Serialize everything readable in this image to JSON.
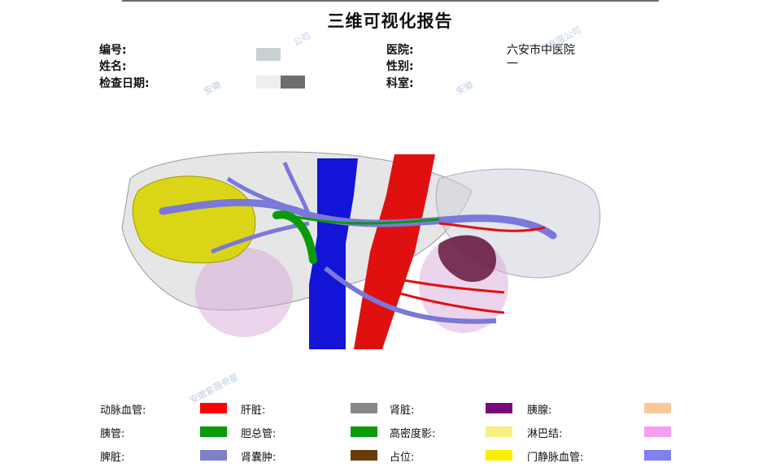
{
  "report": {
    "title": "三维可视化报告"
  },
  "fields": {
    "id_label": "编号:",
    "name_label": "姓名:",
    "date_label": "检查日期:",
    "hospital_label": "医院:",
    "hospital_value": "六安市中医院",
    "gender_label": "性别:",
    "gender_value": "一",
    "dept_label": "科室:"
  },
  "watermark": {
    "text1": "公司",
    "text2": "安徽",
    "text3": "有限公司",
    "text4": "安徽",
    "text5": "安徽紫薇帝星"
  },
  "legend": [
    {
      "label": "动脉血管:",
      "color": "#ff0000"
    },
    {
      "label": "肝脏:",
      "color": "#888888"
    },
    {
      "label": "肾脏:",
      "color": "#7a0a7a"
    },
    {
      "label": "胰腺:",
      "color": "#f8c89a"
    },
    {
      "label": "胰管:",
      "color": "#0a9a0a"
    },
    {
      "label": "胆总管:",
      "color": "#0a9a0a"
    },
    {
      "label": "高密度影:",
      "color": "#f8f080"
    },
    {
      "label": "淋巴结:",
      "color": "#f4a0f0"
    },
    {
      "label": "脾脏:",
      "color": "#8080c8"
    },
    {
      "label": "肾囊肿:",
      "color": "#6a3a0a"
    },
    {
      "label": "占位:",
      "color": "#f8f000"
    },
    {
      "label": "门静脉血管:",
      "color": "#8080f0"
    }
  ]
}
